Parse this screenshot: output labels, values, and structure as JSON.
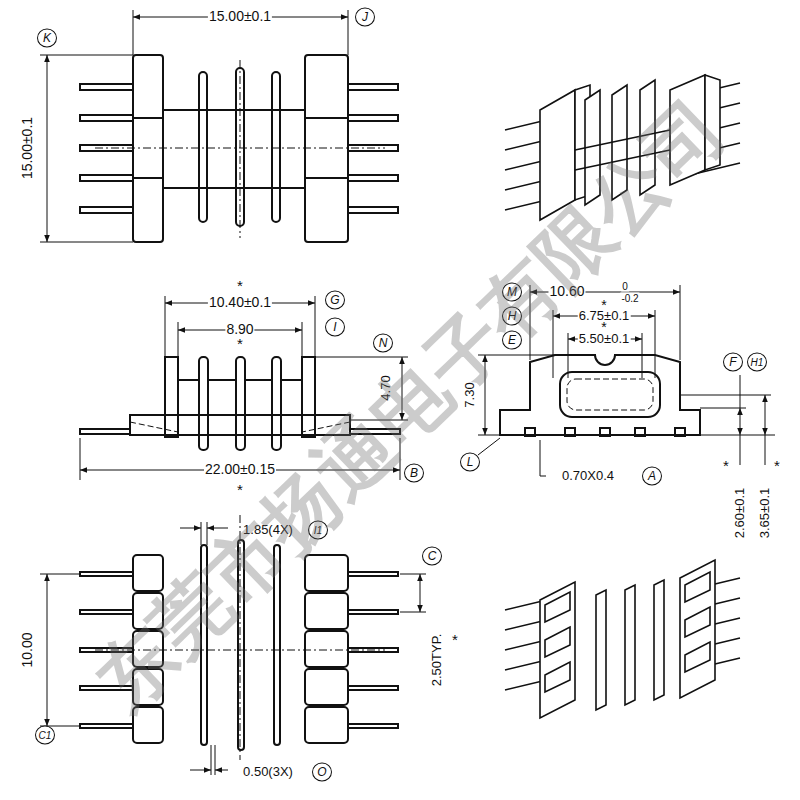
{
  "diagram": {
    "labels": [
      "15.00±0.1",
      "J",
      "K",
      "15.00±0.1",
      "*",
      "10.40±0.1",
      "G",
      "I",
      "8.90",
      "*",
      "N",
      "4.70",
      "22.00±0.15",
      "B",
      "*",
      "M",
      "10.60",
      "0",
      "-0.2",
      "*",
      "H",
      "6.75±0.1",
      "*",
      "E",
      "5.50±0.1",
      "F",
      "H1",
      "7.30",
      "L",
      "0.70X0.4",
      "A",
      "*",
      "2.60±0.1",
      "*",
      "3.65±0.1",
      "1.85(4X)",
      "I1",
      "C",
      "2.50TYP.",
      "*",
      "10.00",
      "C1",
      "0.50(3X)",
      "O",
      "东莞市扬通电子有限公司"
    ]
  }
}
